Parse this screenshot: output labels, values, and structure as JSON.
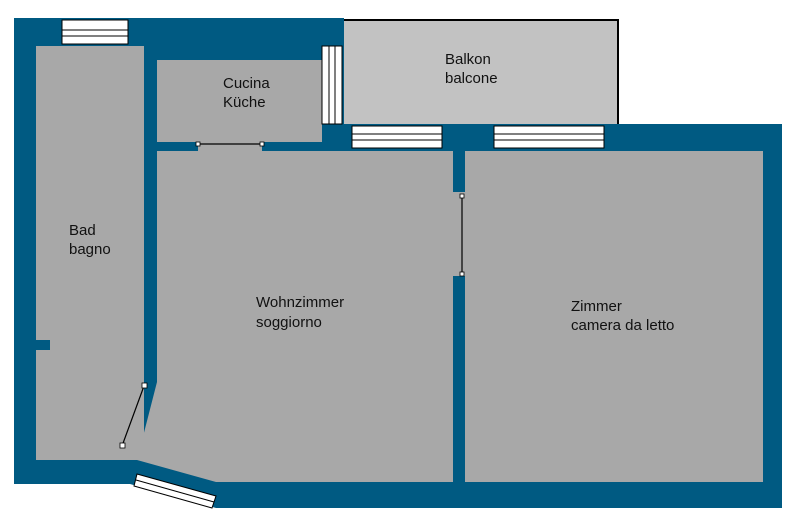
{
  "colors": {
    "wall": "#005a82",
    "floor": "#a8a8a8",
    "balcony_floor": "#c2c2c2",
    "window_frame": "#ffffff",
    "line": "#000000"
  },
  "rooms": {
    "bad": {
      "de": "Bad",
      "it": "bagno"
    },
    "cucina": {
      "it": "Cucina",
      "de": "Küche"
    },
    "balkon": {
      "de": "Balkon",
      "it": "balcone"
    },
    "wohn": {
      "de": "Wohnzimmer",
      "it": "soggiorno"
    },
    "zimmer": {
      "de": "Zimmer",
      "it": "camera da letto"
    }
  }
}
